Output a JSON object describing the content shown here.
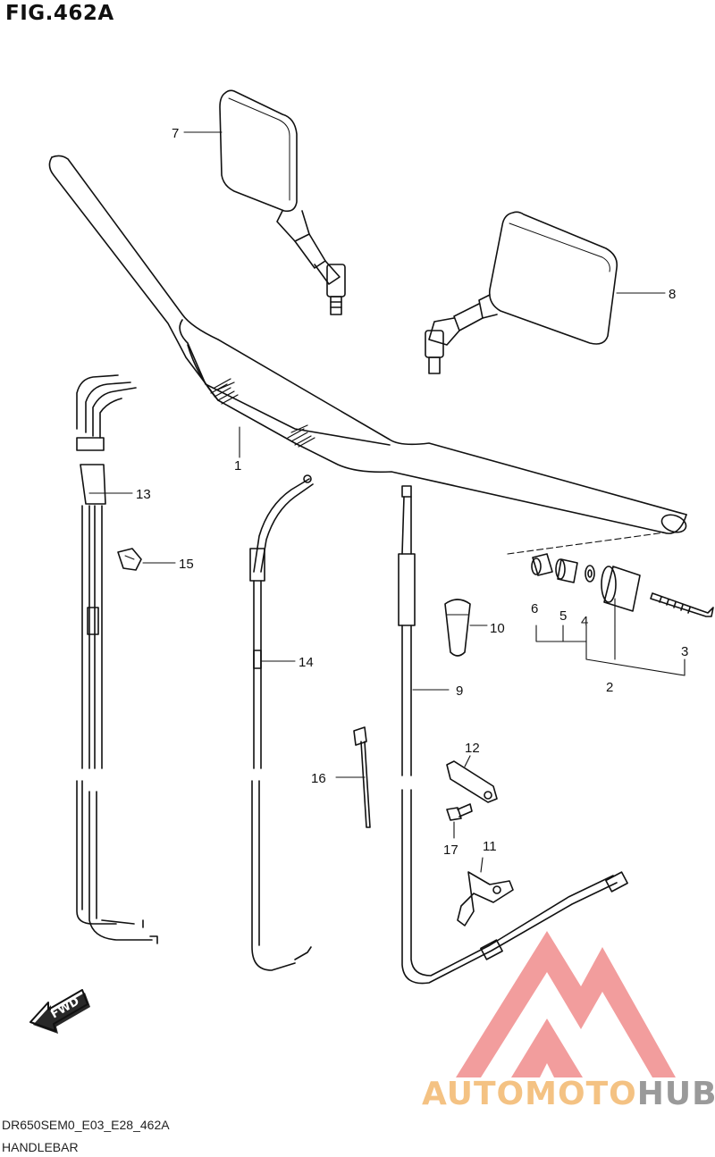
{
  "figure": {
    "title": "FIG.462A",
    "code": "DR650SEM0_E03_E28_462A",
    "name": "HANDLEBAR"
  },
  "callouts": {
    "c1": "1",
    "c2": "2",
    "c3": "3",
    "c4": "4",
    "c5": "5",
    "c6": "6",
    "c7": "7",
    "c8": "8",
    "c9": "9",
    "c10": "10",
    "c11": "11",
    "c12": "12",
    "c13": "13",
    "c14": "14",
    "c15": "15",
    "c16": "16",
    "c17": "17"
  },
  "fwd_label": "FWD",
  "watermark": {
    "part_a": "AUTOMOTO",
    "part_b": "HUB",
    "colors": {
      "logo": "#f08c8c",
      "text_a": "#f4c283",
      "text_b": "#9a9a9a"
    }
  }
}
